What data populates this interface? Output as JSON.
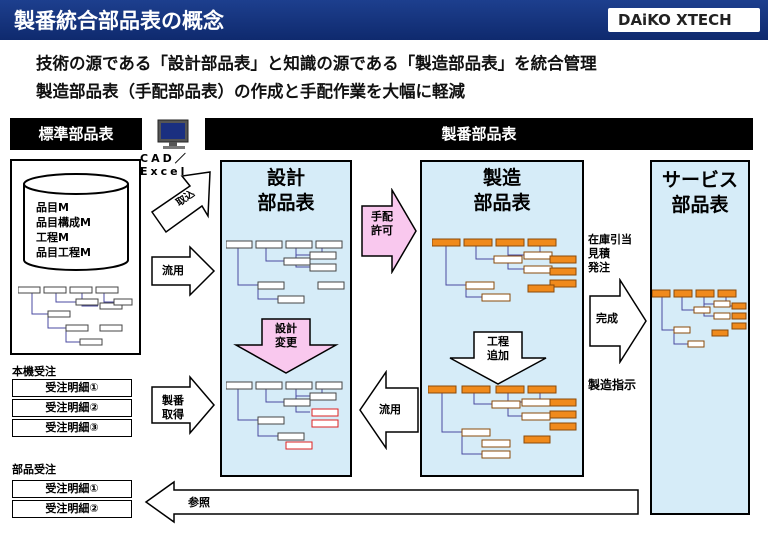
{
  "header": {
    "title": "製番統合部品表の概念",
    "logo": "DAiKO XTECH"
  },
  "intro": {
    "line1": "技術の源である「設計部品表」と知識の源である「製造部品表」を統合管理",
    "line2": "製造部品表（手配部品表）の作成と手配作業を大幅に軽減"
  },
  "standard_bom": {
    "header": "標準部品表",
    "masters": [
      "品目M",
      "品目構成M",
      "工程M",
      "品目工程M"
    ]
  },
  "seiban_bom": {
    "header": "製番部品表"
  },
  "cad_label": "CAD／Excel",
  "boxes": {
    "design": {
      "title_line1": "設計",
      "title_line2": "部品表"
    },
    "manufacturing": {
      "title_line1": "製造",
      "title_line2": "部品表"
    },
    "service": {
      "title_line1": "サービス",
      "title_line2": "部品表"
    }
  },
  "arrows": {
    "torikomi": "取込",
    "ryuyo_top": "流用",
    "seiban_line1": "製番",
    "seiban_line2": "取得",
    "design_change_line1": "設計",
    "design_change_line2": "変更",
    "tehai_line1": "手配",
    "tehai_line2": "許可",
    "process_add_line1": "工程",
    "process_add_line2": "追加",
    "ryuyo_bottom": "流用",
    "complete": "完成",
    "reference": "参照"
  },
  "side_labels": {
    "stock_line1": "在庫引当",
    "stock_line2": "見積",
    "stock_line3": "発注",
    "mfg_instruction": "製造指示"
  },
  "machine_orders": {
    "label": "本機受注",
    "items": [
      "受注明細①",
      "受注明細②",
      "受注明細③"
    ]
  },
  "parts_orders": {
    "label": "部品受注",
    "items": [
      "受注明細①",
      "受注明細②"
    ]
  },
  "colors": {
    "title_bar": "#0f2a6e",
    "box_fill": "#d6ecf8",
    "pink_arrow": "#f9c8ee",
    "orange_node": "#f08a1c",
    "tree_line": "#4a4aa0"
  }
}
